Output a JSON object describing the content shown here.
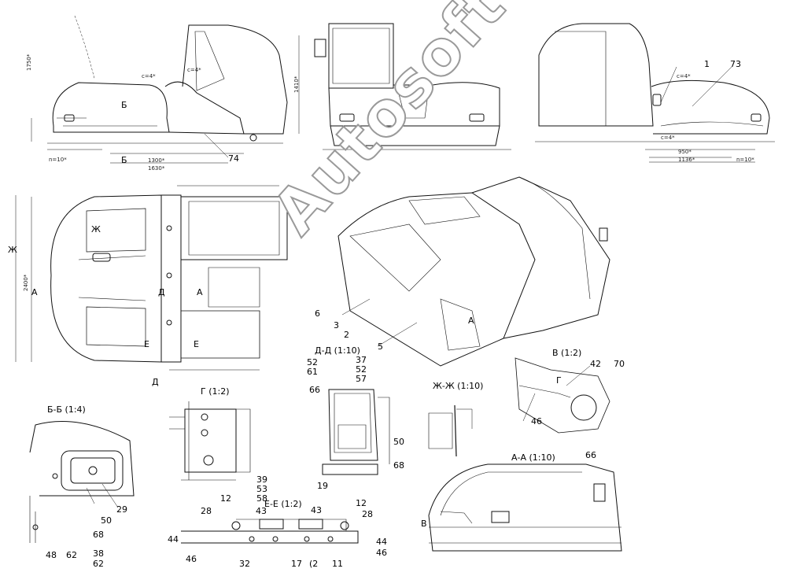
{
  "watermark": "Autosoft",
  "sections": {
    "bb": "Б-Б (1:4)",
    "g": "Г (1:2)",
    "dd": "Д-Д (1:10)",
    "zhzh": "Ж-Ж (1:10)",
    "v": "В (1:2)",
    "ee": "Е-Е (1:2)",
    "aa": "А-А (1:10)"
  },
  "view_letters": {
    "b1": "Б",
    "b2": "Б",
    "zh1": "Ж",
    "zh2": "Ж",
    "a1": "А",
    "a2": "А",
    "a3": "А",
    "d1": "Д",
    "d2": "Д",
    "e1": "Е",
    "e2": "Е",
    "g1": "Г",
    "v1": "В"
  },
  "callouts": {
    "c1": "1",
    "c73": "73",
    "c74": "74",
    "c6": "6",
    "c3": "3",
    "c2": "2",
    "c5": "5",
    "c52a": "52",
    "c61": "61",
    "c37": "37",
    "c52b": "52",
    "c57": "57",
    "c66a": "66",
    "c50a": "50",
    "c68a": "68",
    "c19": "19",
    "c42": "42",
    "c70": "70",
    "c46a": "46",
    "c66b": "66",
    "c29": "29",
    "c50b": "50",
    "c68b": "68",
    "c48": "48",
    "c62a": "62",
    "c38": "38",
    "c62b": "62",
    "c39": "39",
    "c53": "53",
    "c58": "58",
    "c43a": "43",
    "c43b": "43",
    "c12a": "12",
    "c28a": "28",
    "c12b": "12",
    "c28b": "28",
    "c44a": "44",
    "c44b": "44",
    "c46b": "46",
    "c46c": "46",
    "c32": "32",
    "c17": "17",
    "c2b": "(2",
    "c11": "11"
  },
  "dims": {
    "d1300": "1300*",
    "d1630": "1630*",
    "d950": "950*",
    "d1136": "1136*",
    "d1410": "1410*",
    "d1750": "1750*",
    "d2400": "2400*",
    "d_c4a": "c=4*",
    "d_c4b": "c=4*",
    "d_c4c": "c=4*",
    "d_c4d": "c=4*",
    "d_n10a": "n=10*",
    "d_n10b": "n=10*"
  }
}
